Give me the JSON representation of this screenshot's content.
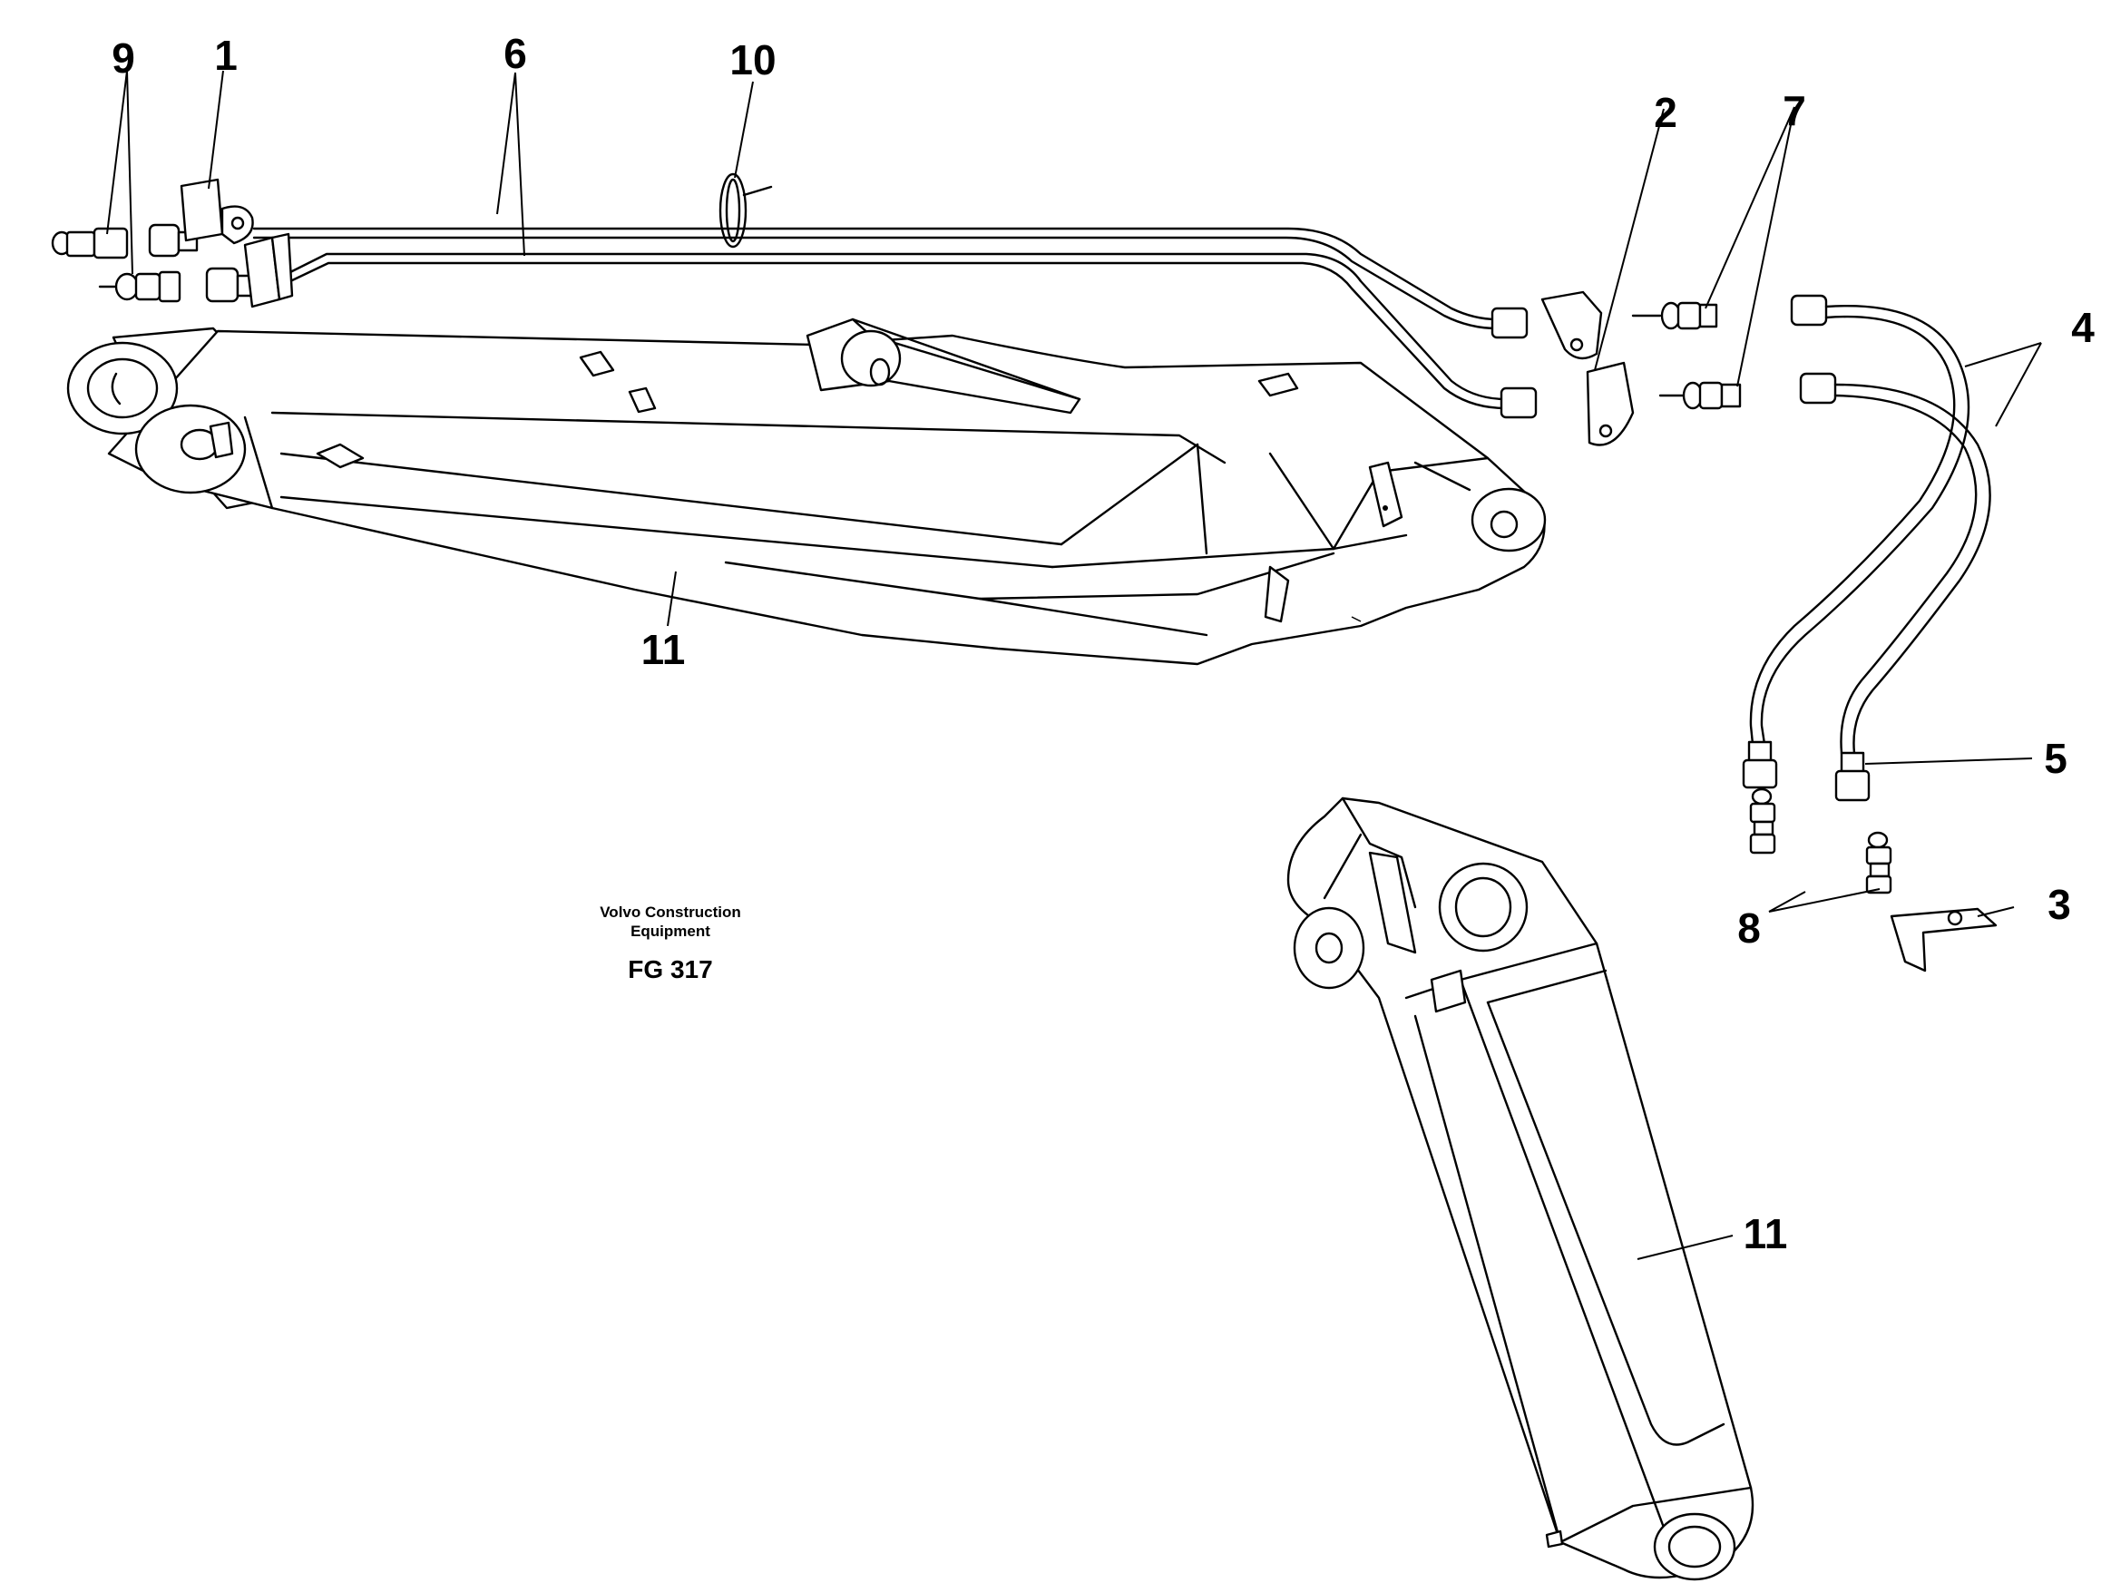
{
  "publisher": {
    "line1": "Volvo Construction",
    "line2": "Equipment"
  },
  "figure_code": "FG 317",
  "callouts": [
    {
      "id": "c1",
      "label": "1"
    },
    {
      "id": "c2",
      "label": "2"
    },
    {
      "id": "c3",
      "label": "3"
    },
    {
      "id": "c4",
      "label": "4"
    },
    {
      "id": "c5",
      "label": "5"
    },
    {
      "id": "c6",
      "label": "6"
    },
    {
      "id": "c7",
      "label": "7"
    },
    {
      "id": "c8",
      "label": "8"
    },
    {
      "id": "c9",
      "label": "9"
    },
    {
      "id": "c10",
      "label": "10"
    },
    {
      "id": "c11a",
      "label": "11"
    },
    {
      "id": "c11b",
      "label": "11"
    }
  ]
}
